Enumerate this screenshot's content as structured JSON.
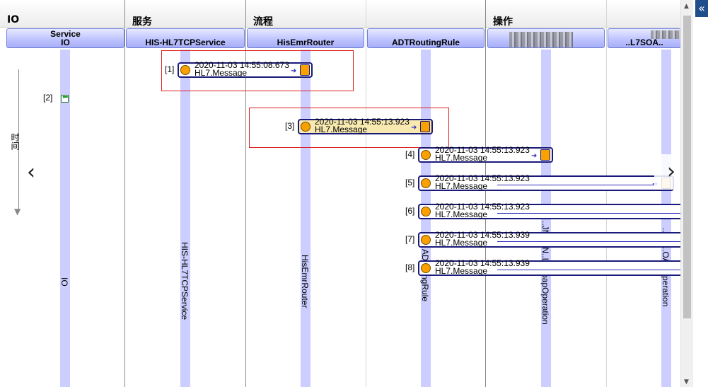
{
  "sections": [
    {
      "id": "io",
      "title": "IO"
    },
    {
      "id": "service",
      "title": "服务"
    },
    {
      "id": "process",
      "title": "流程"
    },
    {
      "id": "operation",
      "title": "操作"
    }
  ],
  "columns": [
    {
      "line1": "Service",
      "line2": "IO"
    },
    {
      "label": "HIS-HL7TCPService"
    },
    {
      "label": "HisEmrRouter"
    },
    {
      "label": "ADTRoutingRule"
    },
    {
      "label": ""
    },
    {
      "label": "..L7SOA.."
    }
  ],
  "lifelines": [
    {
      "label": "IO"
    },
    {
      "label": "HIS-HL7TCPService"
    },
    {
      "label": "HisEmrRouter"
    },
    {
      "label": "AD..utingRule"
    },
    {
      "label": "..JN..GN..L7SoapOperation"
    },
    {
      "label": "..Z-H..OAPOperation"
    }
  ],
  "messages": [
    {
      "index": "[1]",
      "timestamp": "2020-11-03 14:55:08.673",
      "type": "HL7.Message"
    },
    {
      "index": "[2]"
    },
    {
      "index": "[3]",
      "timestamp": "2020-11-03 14:55:13.923",
      "type": "HL7.Message"
    },
    {
      "index": "[4]",
      "timestamp": "2020-11-03 14:55:13.923",
      "type": "HL7.Message"
    },
    {
      "index": "[5]",
      "timestamp": "2020-11-03 14:55:13.923",
      "type": "HL7.Message"
    },
    {
      "index": "[6]",
      "timestamp": "2020-11-03 14:55:13.923",
      "type": "HL7.Message"
    },
    {
      "index": "[7]",
      "timestamp": "2020-11-03 14:55:13.939",
      "type": "HL7.Message"
    },
    {
      "index": "[8]",
      "timestamp": "2020-11-03 14:55:13.939",
      "type": "HL7.Message"
    }
  ],
  "time_axis": {
    "label": "时间"
  },
  "nav": {
    "left": "‹",
    "right": "›"
  },
  "collapse": {
    "label": "«"
  },
  "icons": {
    "collapse": "double-chevron-left-icon",
    "prev": "chevron-left-icon",
    "next": "chevron-right-icon",
    "return": "return-arrow-icon"
  },
  "colors": {
    "accent": "#1f4e8c",
    "highlight_frame": "#e02020",
    "dot": "#f8a100",
    "lifeline": "#ccceff",
    "message_border": "#1a1a7a"
  }
}
